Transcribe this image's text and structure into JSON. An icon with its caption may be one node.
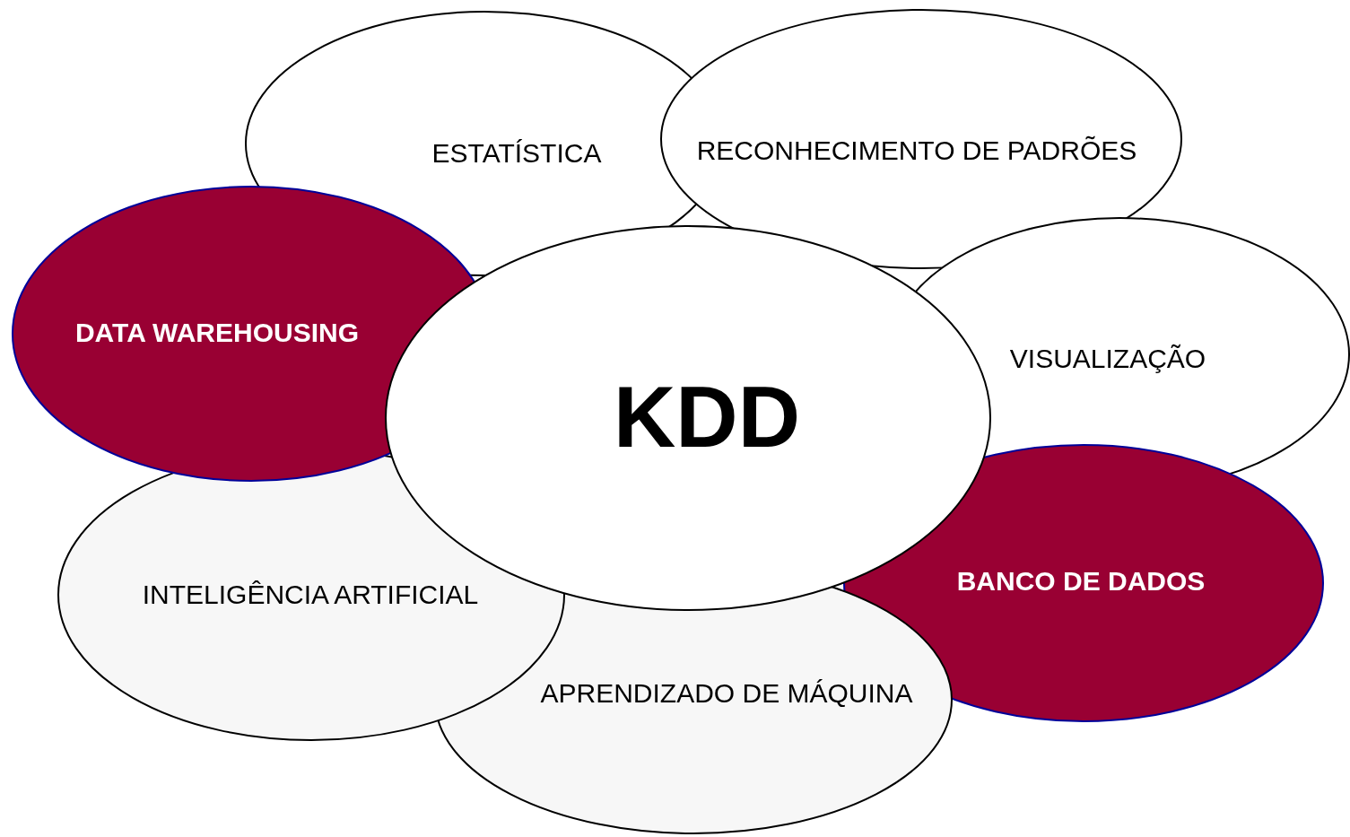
{
  "diagram": {
    "nodes": [
      {
        "text": [
          "ESTATÍSTICA"
        ]
      },
      {
        "text": [
          "RECONHECIMENTO DE PADRÕES"
        ]
      },
      {
        "text": [
          "DATA WAREHOUSING"
        ]
      },
      {
        "text": [
          "VISUALIZAÇÃO"
        ]
      },
      {
        "text": [
          "KDD"
        ]
      },
      {
        "text": [
          "BANCO DE DADOS"
        ]
      },
      {
        "text": [
          "INTELIGÊNCIA ARTIFICIAL"
        ]
      },
      {
        "text": [
          "APRENDIZADO DE MÁQUINA"
        ]
      }
    ]
  }
}
